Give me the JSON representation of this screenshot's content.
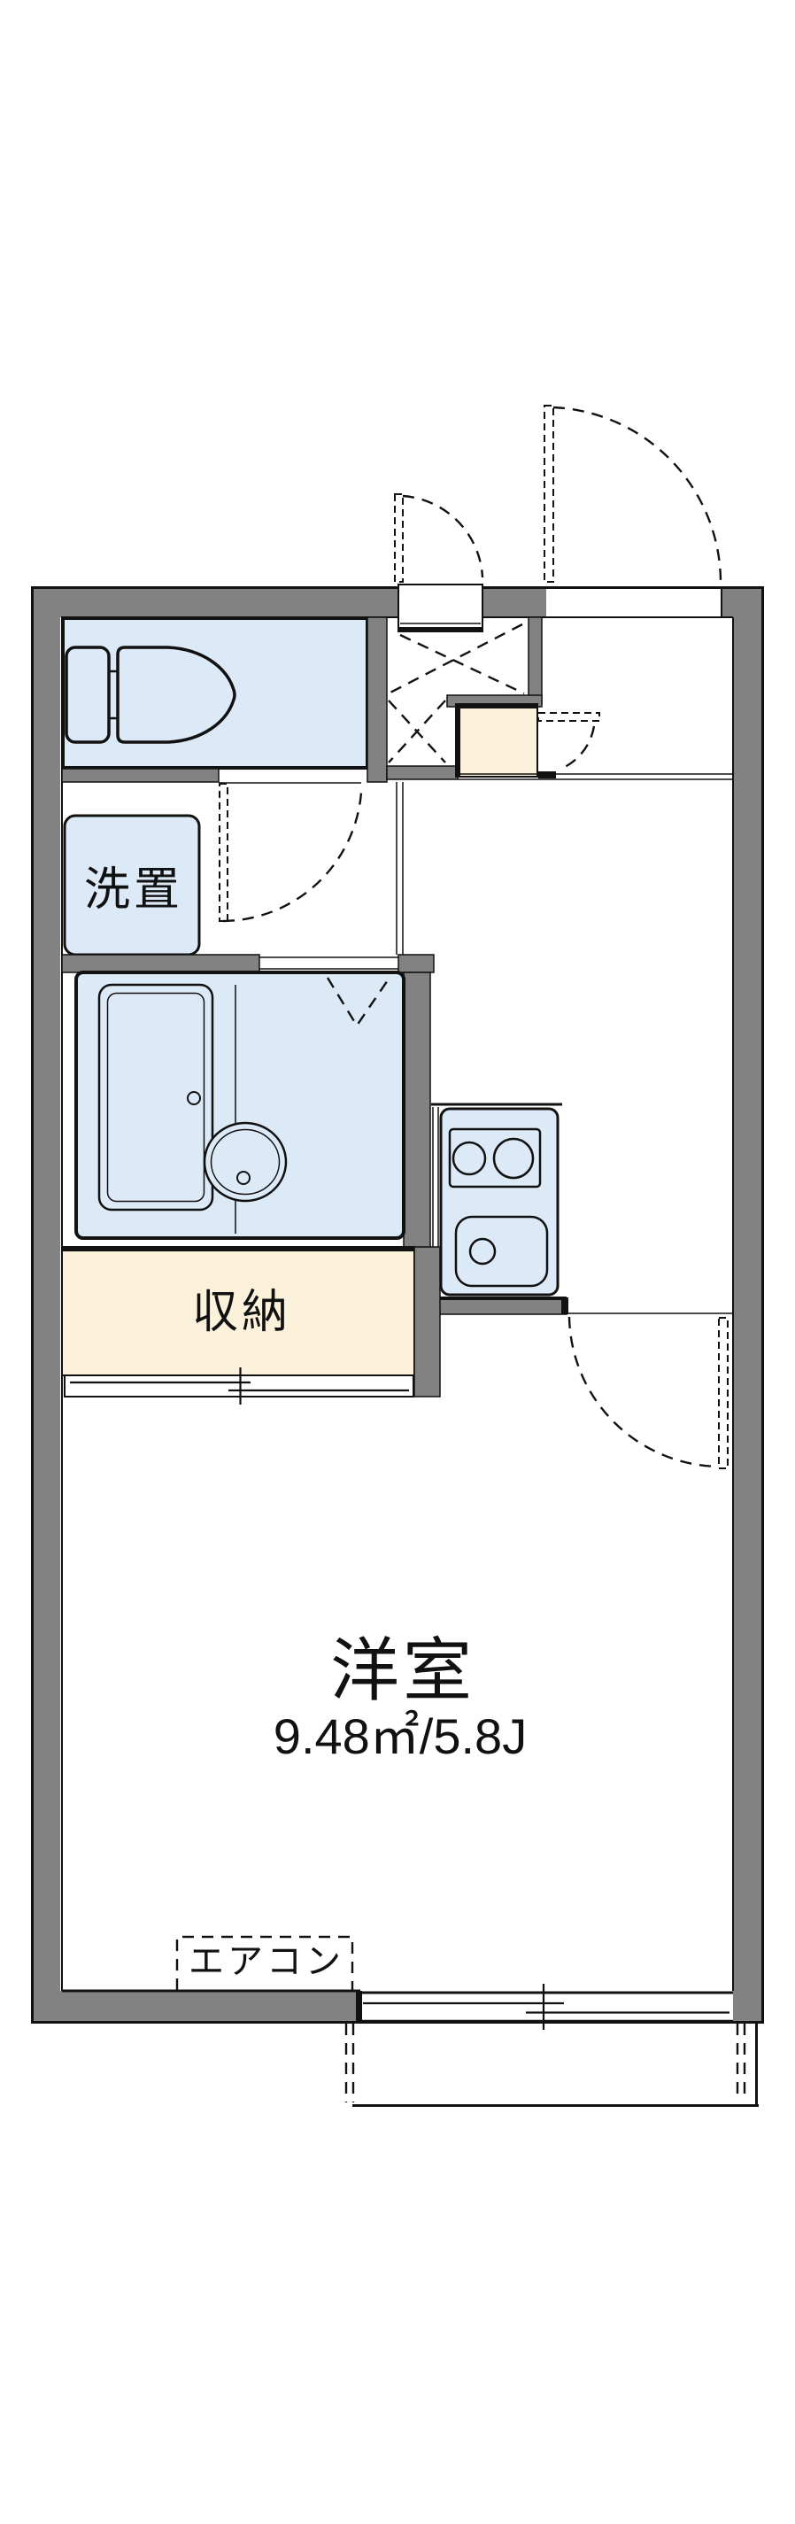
{
  "floorplan": {
    "main_room": {
      "name": "洋室",
      "area": "9.48㎡/5.8J"
    },
    "storage_label": "収納",
    "washer_label": "洗置",
    "aircon_label": "エアコン",
    "colors": {
      "wall": "#828282",
      "fixture_fill": "#dce9f7",
      "storage_fill": "#fcf2dc",
      "line": "#111111",
      "background": "#ffffff"
    }
  }
}
